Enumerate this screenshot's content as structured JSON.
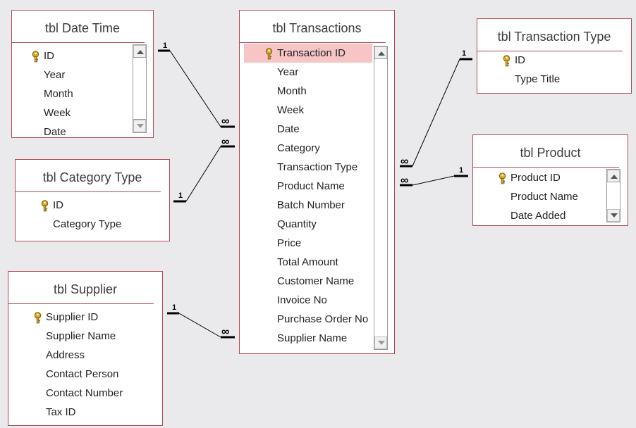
{
  "tables": {
    "date_time": {
      "title": "tbl Date Time",
      "fields": [
        "ID",
        "Year",
        "Month",
        "Week",
        "Date"
      ]
    },
    "category_type": {
      "title": "tbl Category Type",
      "fields": [
        "ID",
        "Category Type"
      ]
    },
    "supplier": {
      "title": "tbl Supplier",
      "fields": [
        "Supplier ID",
        "Supplier Name",
        "Address",
        "Contact Person",
        "Contact Number",
        "Tax ID"
      ]
    },
    "transactions": {
      "title": "tbl Transactions",
      "fields": [
        "Transaction ID",
        "Year",
        "Month",
        "Week",
        "Date",
        "Category",
        "Transaction Type",
        "Product Name",
        "Batch Number",
        "Quantity",
        "Price",
        "Total Amount",
        "Customer Name",
        "Invoice No",
        "Purchase Order No",
        "Supplier Name"
      ]
    },
    "transaction_type": {
      "title": "tbl Transaction Type",
      "fields": [
        "ID",
        "Type Title"
      ]
    },
    "product": {
      "title": "tbl Product",
      "fields": [
        "Product ID",
        "Product Name",
        "Date Added"
      ]
    }
  },
  "cardinality": {
    "one": "1",
    "many": "∞"
  },
  "colors": {
    "table_border": "#b04a52",
    "highlight": "#f7c5c6",
    "background": "#eaeaec",
    "key_gold": "#d7a823"
  }
}
